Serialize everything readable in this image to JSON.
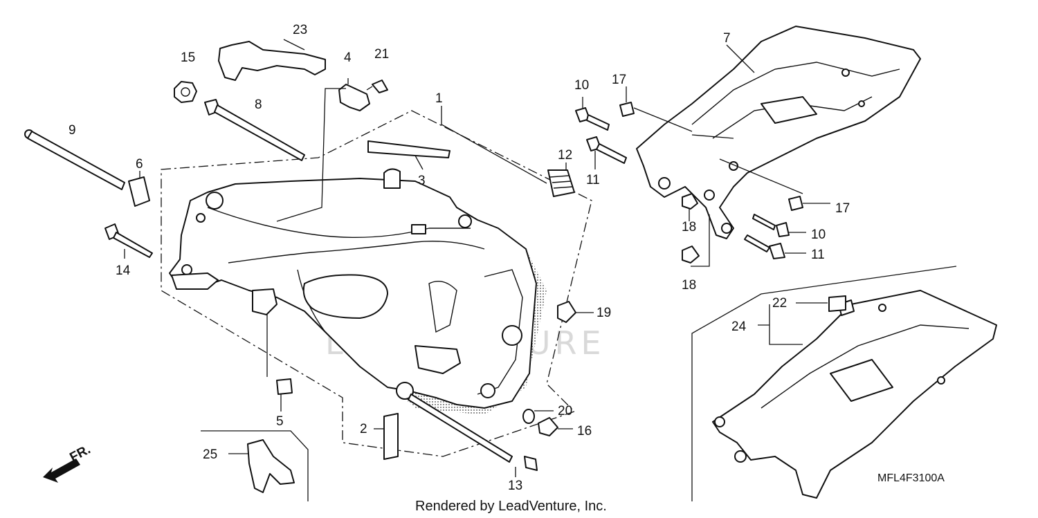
{
  "callouts": {
    "n1": "1",
    "n2": "2",
    "n3": "3",
    "n4": "4",
    "n5": "5",
    "n6": "6",
    "n7": "7",
    "n8": "8",
    "n9": "9",
    "n10a": "10",
    "n10b": "10",
    "n11a": "11",
    "n11b": "11",
    "n12": "12",
    "n13": "13",
    "n14": "14",
    "n15": "15",
    "n16": "16",
    "n17a": "17",
    "n17b": "17",
    "n18a": "18",
    "n18b": "18",
    "n19": "19",
    "n20": "20",
    "n21": "21",
    "n22": "22",
    "n23": "23",
    "n24": "24",
    "n25": "25"
  },
  "front_indicator": "FR.",
  "diagram_code": "MFL4F3100A",
  "footer_credit": "Rendered by LeadVenture, Inc.",
  "watermark": "LEADVENTURE"
}
